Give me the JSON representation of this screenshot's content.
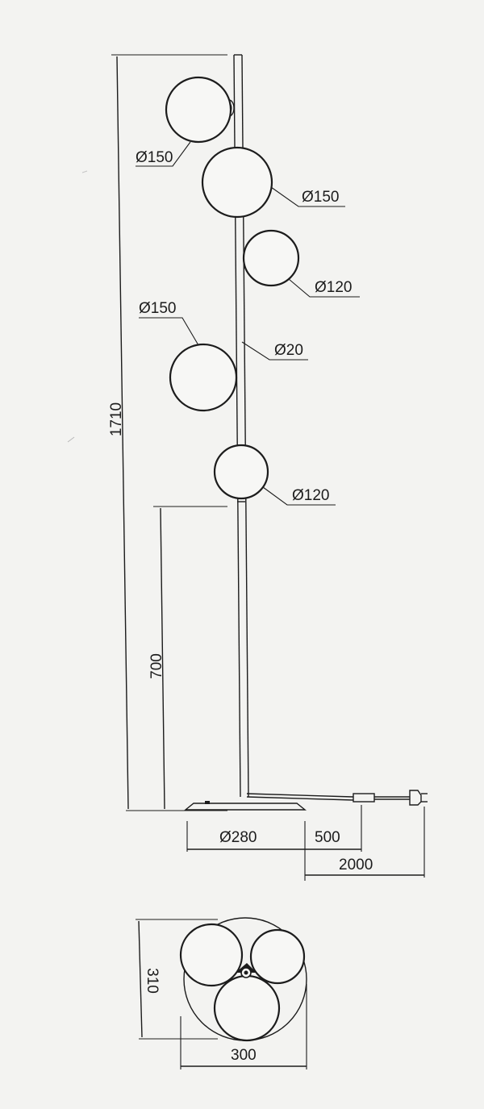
{
  "labels": {
    "globe_top_left": "Ø150",
    "globe_top_right": "Ø150",
    "globe_mid_right": "Ø120",
    "globe_mid_left": "Ø150",
    "stem": "Ø20",
    "globe_bottom": "Ø120",
    "height_total": "1710",
    "height_lower": "700",
    "base_diameter": "Ø280",
    "switch_distance": "500",
    "cable_length": "2000",
    "top_view_depth": "310",
    "top_view_width": "300"
  },
  "colors": {
    "stroke": "#1c1c1c",
    "paper": "#f3f3f1"
  }
}
